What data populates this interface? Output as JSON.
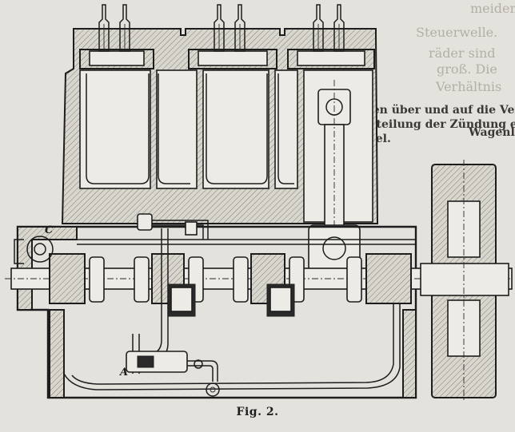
{
  "figure": {
    "caption": "Fig. 2.",
    "labels": {
      "c": "C",
      "a": "A"
    }
  },
  "bleed_through": {
    "right_column": [
      "meiden",
      "Steuerwelle.",
      "räder sind",
      "groß. Die",
      "Verhältnis"
    ],
    "overlay_line_1": "den Räumen über und auf die Ventilspindeln wird die",
    "overlay_line_2": "und die Abteilung der Zündung erfolgt durch solche in",
    "overlay_line_3": "Winkelhebel.",
    "overlay_line_4": "Wagenle"
  }
}
